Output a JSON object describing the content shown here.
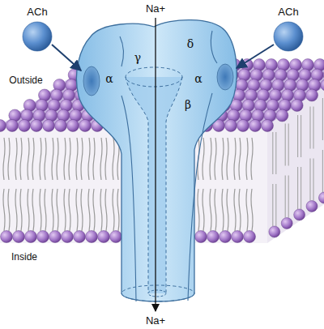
{
  "diagram": {
    "labels": [
      "Na+",
      "ACh",
      "ACh",
      "Outside",
      "γ",
      "δ",
      "α",
      "α",
      "β",
      "Inside",
      "Na+"
    ]
  }
}
